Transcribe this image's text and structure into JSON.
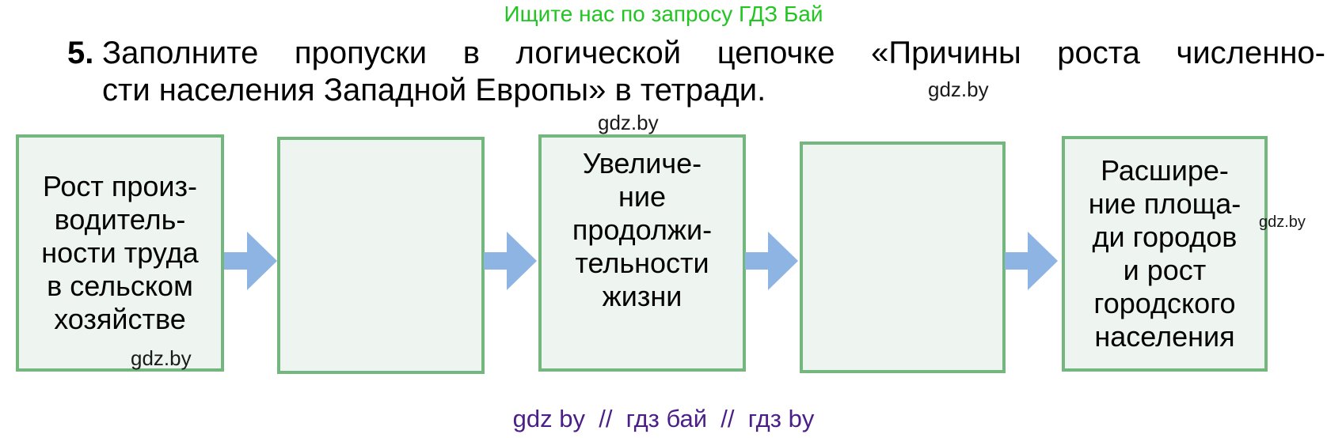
{
  "promo": {
    "text": "Ищите нас по запросу ГДЗ Бай",
    "color": "#22c522"
  },
  "task": {
    "number": "5.",
    "line1": "Заполните пропуски в логической цепочке «Причины роста численно-",
    "line2": "сти населения Западной Европы» в тетради."
  },
  "watermarks": {
    "top_right": "gdz.by",
    "above_box3": "gdz.by",
    "in_box1": "gdz.by",
    "right_of_box5": "gdz.by"
  },
  "chain": {
    "title": "Причины роста численности населения Западной Европы",
    "boxes": [
      {
        "id": 1,
        "empty": false,
        "text": "Рост произ-\nводитель-\nности труда\nв сельском\nхозяйстве"
      },
      {
        "id": 2,
        "empty": true,
        "text": ""
      },
      {
        "id": 3,
        "empty": false,
        "text": "Увеличе-\nние\nпродолжи-\nтельности\nжизни"
      },
      {
        "id": 4,
        "empty": true,
        "text": ""
      },
      {
        "id": 5,
        "empty": false,
        "text": "Расшире-\nние площа-\nди городов\nи рост\nгородского\nнаселения"
      }
    ],
    "colors": {
      "box_border": "#74b77e",
      "box_fill": "#eef5f0",
      "arrow_fill": "#8db4e2"
    }
  },
  "footer": {
    "text": "gdz by  //  гдз бай  //  гдз by",
    "color": "#4b1f87"
  }
}
